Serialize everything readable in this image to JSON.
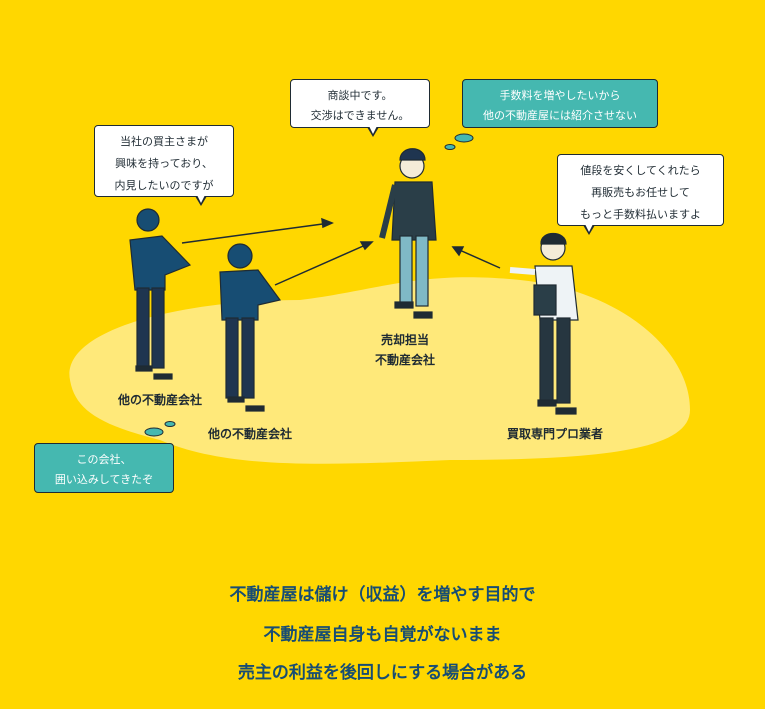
{
  "bubbles": {
    "seller_agent": [
      "商談中です。",
      "交渉はできません。"
    ],
    "seller_agent_thought": [
      "手数料を増やしたいから",
      "他の不動産屋には紹介させない"
    ],
    "other_agent": [
      "当社の買主さまが",
      "興味を持っており、",
      "内見したいのですが"
    ],
    "buyer_pro": [
      "値段を安くしてくれたら",
      "再販売もお任せして",
      "もっと手数料払いますよ"
    ],
    "other_agent_thought": [
      "この会社、",
      "囲い込みしてきたぞ"
    ]
  },
  "labels": {
    "seller_agent": [
      "売却担当",
      "不動産会社"
    ],
    "other_agent_1": "他の不動産会社",
    "other_agent_2": "他の不動産会社",
    "buyer_pro": "買取専門プロ業者"
  },
  "caption": [
    "不動産屋は儲け（収益）を増やす目的で",
    "不動産屋自身も自覚がないまま",
    "売主の利益を後回しにする場合がある"
  ],
  "colors": {
    "background": "#FFD700",
    "floor": "#FFE97A",
    "teal": "#45B8B0",
    "navy": "#174d73"
  }
}
